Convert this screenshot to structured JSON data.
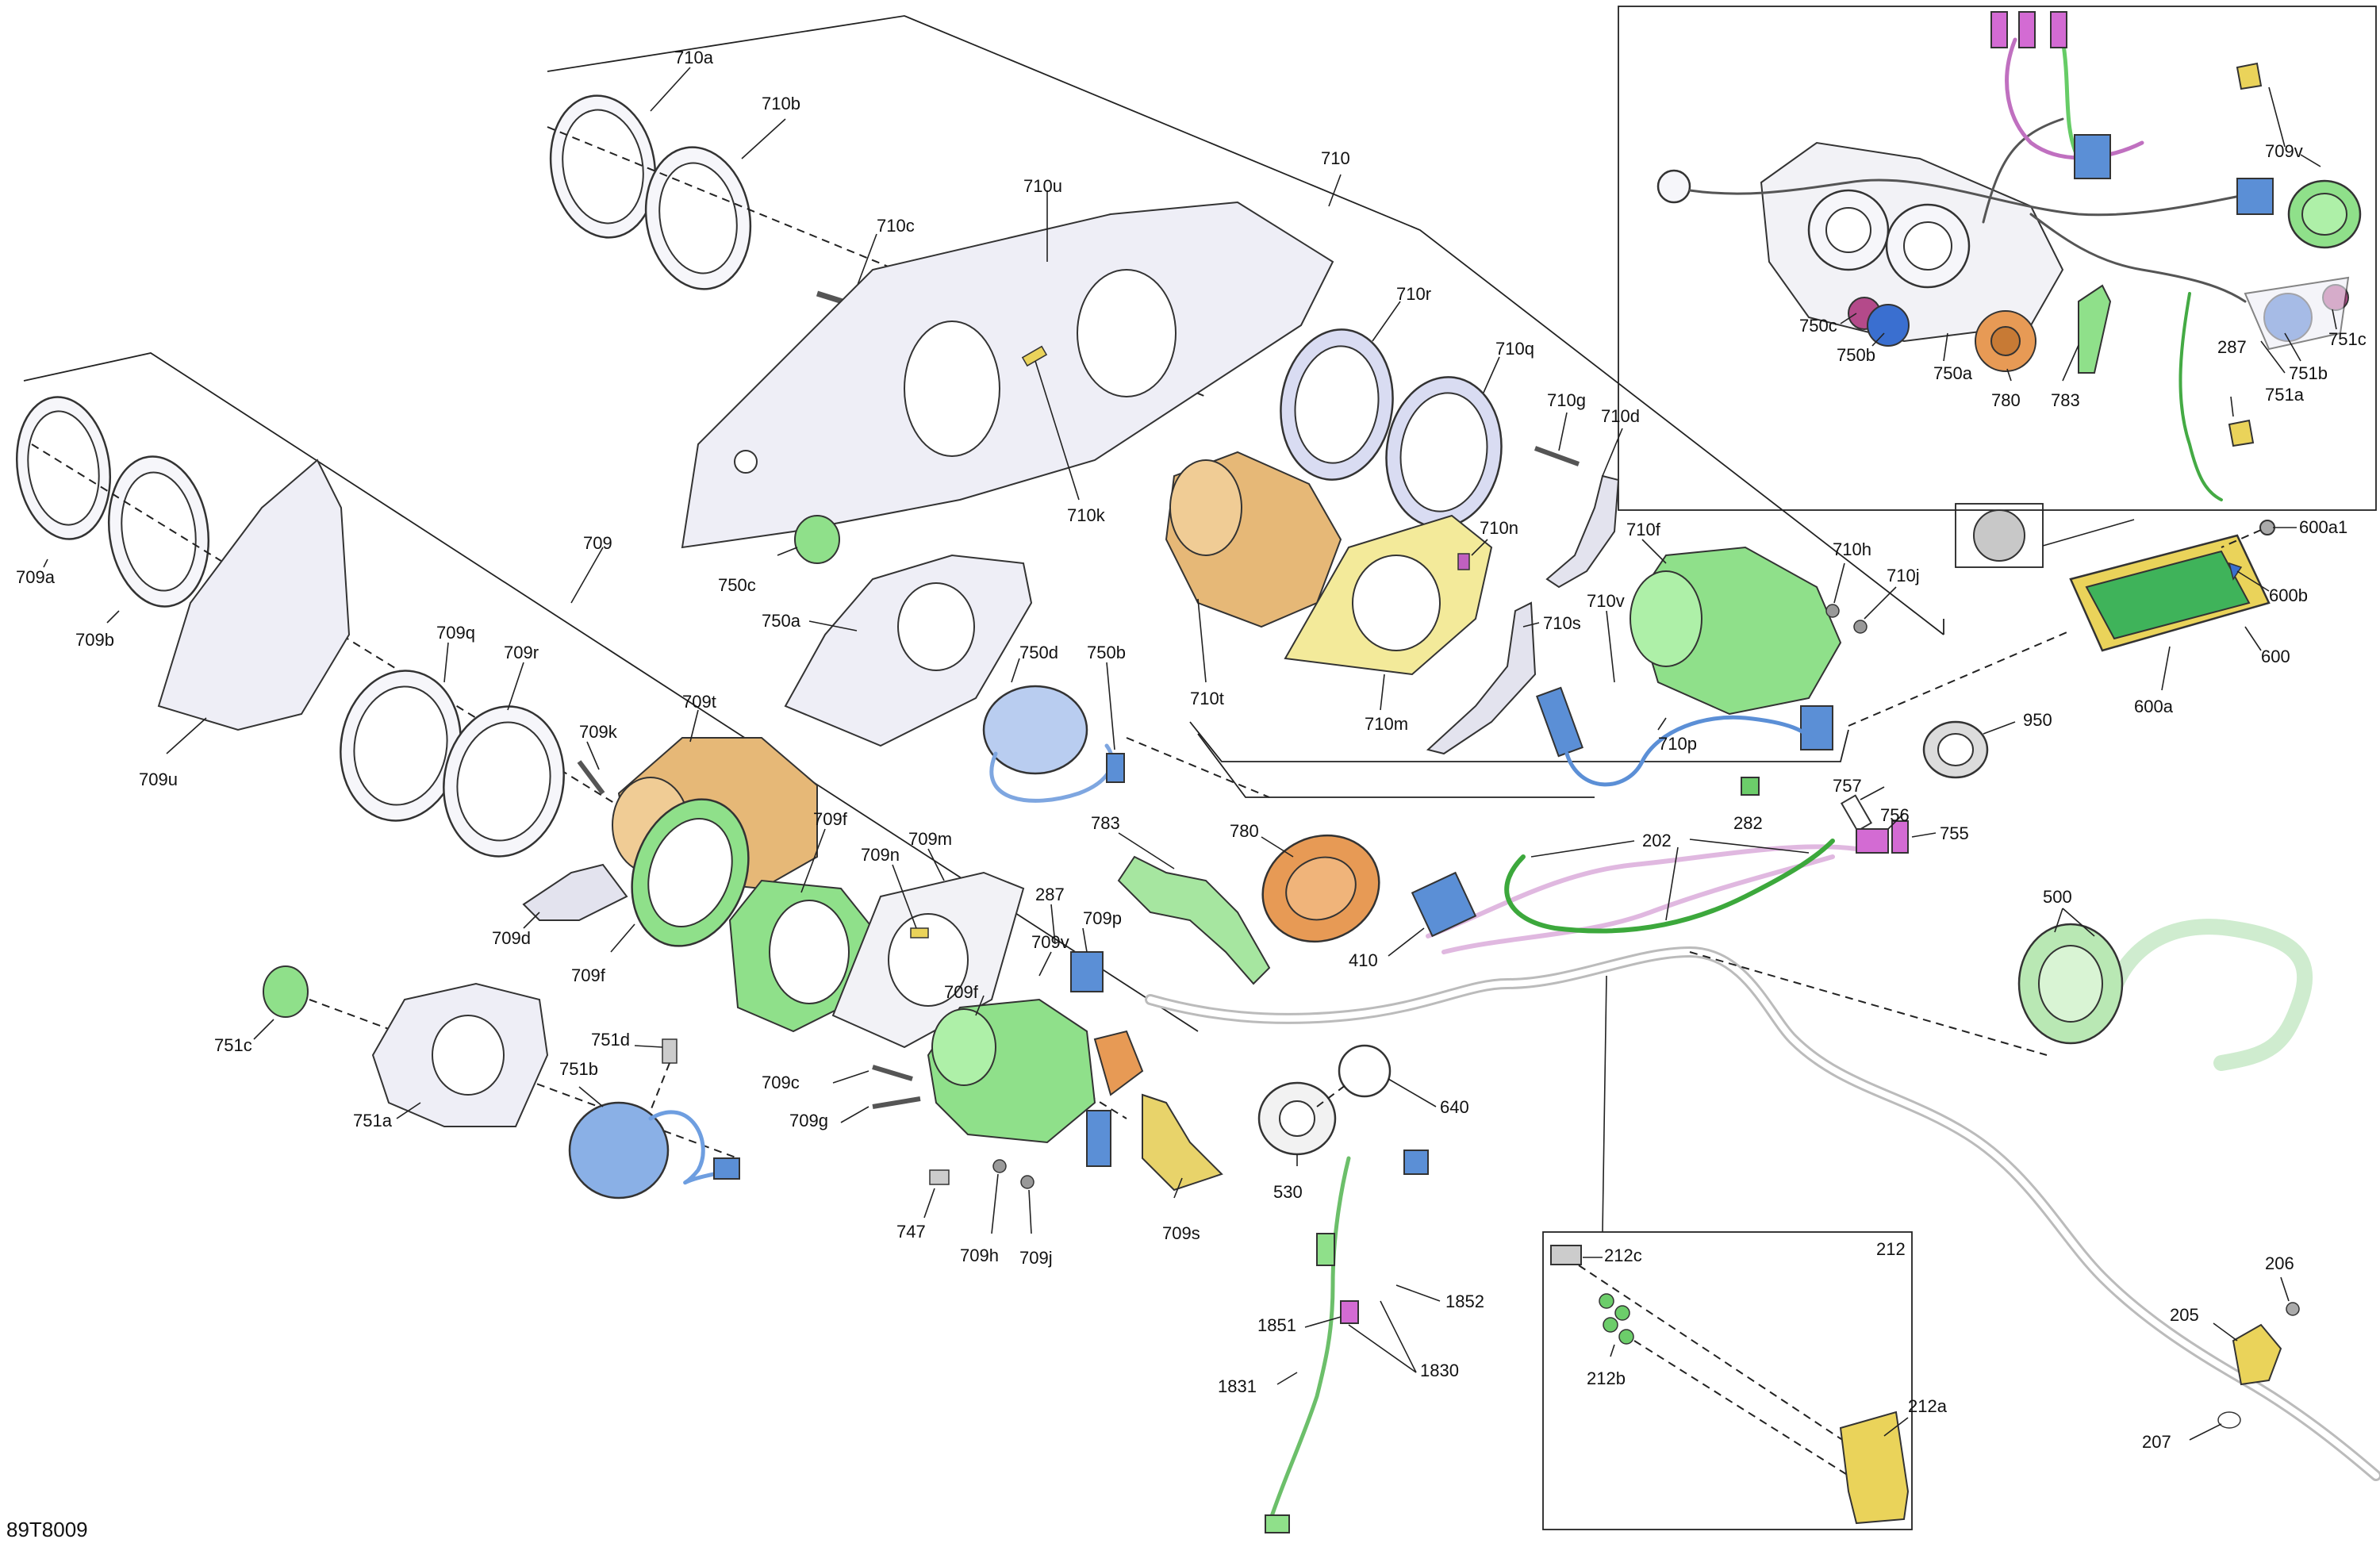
{
  "figure_code": "89T8009",
  "colors": {
    "outline": "#333333",
    "housing": "#eeeef6",
    "ring_blue": "#d9dcf2",
    "green_part": "#8fe08a",
    "tan_part": "#e6b877",
    "blue_part": "#5b8fd6",
    "purple_part": "#d36bd3",
    "yellow_part": "#ead35a",
    "orange_part": "#e79a55"
  },
  "labels": {
    "l710a": "710a",
    "l710b": "710b",
    "l710c": "710c",
    "l710u": "710u",
    "l710": "710",
    "l710k": "710k",
    "l710r": "710r",
    "l710q": "710q",
    "l710g": "710g",
    "l710d": "710d",
    "l710n": "710n",
    "l710f": "710f",
    "l710h": "710h",
    "l710j": "710j",
    "l710v": "710v",
    "l710s": "710s",
    "l710m": "710m",
    "l710t": "710t",
    "l710p": "710p",
    "l709": "709",
    "l709a": "709a",
    "l709b": "709b",
    "l709u": "709u",
    "l709q": "709q",
    "l709r": "709r",
    "l709k": "709k",
    "l709t": "709t",
    "l709d": "709d",
    "l709f1": "709f",
    "l709f2": "709f",
    "l709f3": "709f",
    "l709n": "709n",
    "l709m": "709m",
    "l709v": "709v",
    "l709p": "709p",
    "l709c": "709c",
    "l709g": "709g",
    "l709h": "709h",
    "l709j": "709j",
    "l709s": "709s",
    "l750c": "750c",
    "l750a": "750a",
    "l750d": "750d",
    "l750b": "750b",
    "l751c": "751c",
    "l751d": "751d",
    "l751b": "751b",
    "l751a": "751a",
    "l747": "747",
    "l287": "287",
    "l783": "783",
    "l780": "780",
    "l410": "410",
    "l202": "202",
    "l282": "282",
    "l757": "757",
    "l756": "756",
    "l755": "755",
    "l950": "950",
    "l600a1": "600a1",
    "l600b": "600b",
    "l600": "600",
    "l600a": "600a",
    "l500": "500",
    "l640": "640",
    "l530": "530",
    "l1852": "1852",
    "l1851": "1851",
    "l1830": "1830",
    "l1831": "1831",
    "l212": "212",
    "l212c": "212c",
    "l212b": "212b",
    "l212a": "212a",
    "l206": "206",
    "l205": "205",
    "l207": "207",
    "i709v": "709v",
    "i750c": "750c",
    "i750b": "750b",
    "i750a": "750a",
    "i780": "780",
    "i783": "783",
    "i287": "287",
    "i751a": "751a",
    "i751b": "751b",
    "i751c": "751c"
  }
}
